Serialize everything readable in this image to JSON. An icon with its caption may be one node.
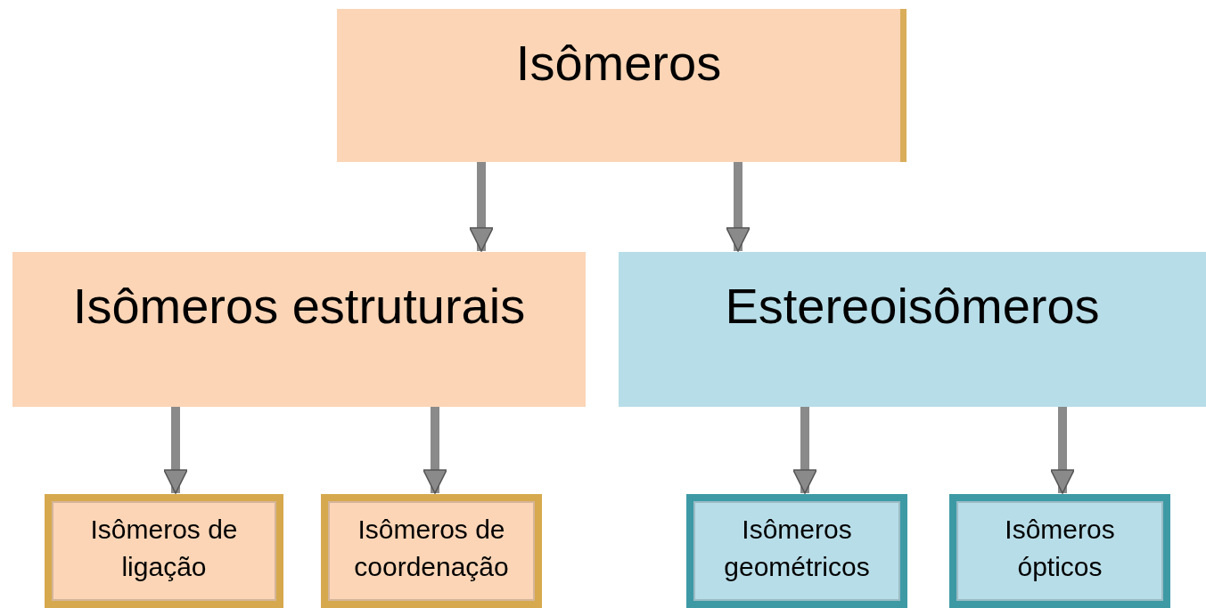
{
  "diagram": {
    "nodes": [
      {
        "text": [
          "Isômeros"
        ]
      },
      {
        "text": [
          "Isômeros estruturais"
        ]
      },
      {
        "text": [
          "Estereoisômeros"
        ]
      },
      {
        "text": [
          "Isômeros de ligação"
        ]
      },
      {
        "text": [
          "Isômeros de coordenação"
        ]
      },
      {
        "text": [
          "Isômeros geométricos"
        ]
      },
      {
        "text": [
          "Isômeros ópticos"
        ]
      }
    ],
    "edges": [
      {
        "from": 0,
        "to": 1,
        "arrow": "to"
      },
      {
        "from": 0,
        "to": 2,
        "arrow": "to"
      },
      {
        "from": 1,
        "to": 3,
        "arrow": "to"
      },
      {
        "from": 1,
        "to": 4,
        "arrow": "to"
      },
      {
        "from": 2,
        "to": 5,
        "arrow": "to"
      },
      {
        "from": 2,
        "to": 6,
        "arrow": "to"
      }
    ]
  }
}
